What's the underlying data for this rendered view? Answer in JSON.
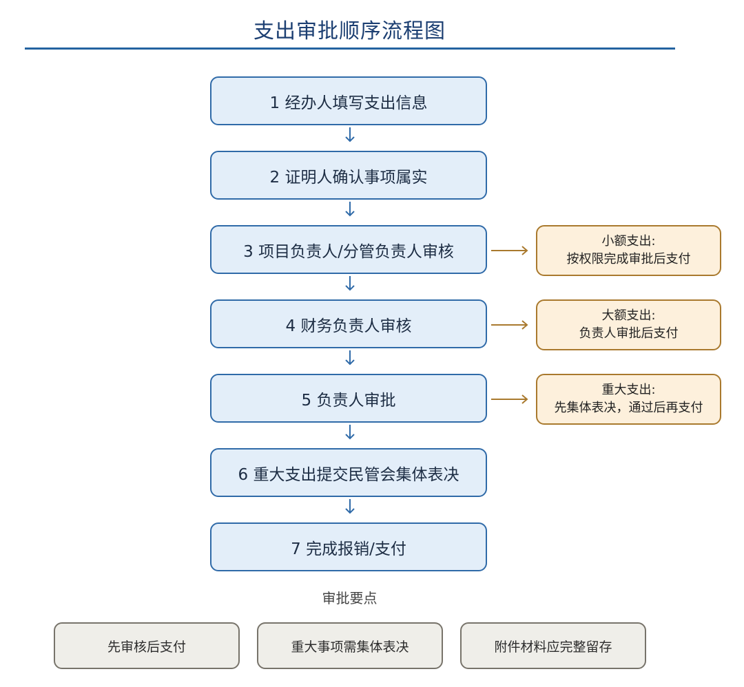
{
  "title": "支出审批顺序流程图",
  "steps": [
    {
      "label": "1 经办人填写支出信息"
    },
    {
      "label": "2 证明人确认事项属实"
    },
    {
      "label": "3 项目负责人/分管负责人审核"
    },
    {
      "label": "4 财务负责人审核"
    },
    {
      "label": "5 负责人审批"
    },
    {
      "label": "6 重大支出提交民管会集体表决"
    },
    {
      "label": "7 完成报销/支付"
    }
  ],
  "notes": [
    {
      "head": "小额支出:",
      "body": "按权限完成审批后支付"
    },
    {
      "head": "大额支出:",
      "body": "负责人审批后支付"
    },
    {
      "head": "重大支出:",
      "body": "先集体表决，通过后再支付"
    }
  ],
  "key_points": {
    "label": "审批要点",
    "items": [
      "先审核后支付",
      "重大事项需集体表决",
      "附件材料应完整留存"
    ]
  },
  "colors": {
    "step_fill": "#e3eef9",
    "step_border": "#2f6aa8",
    "note_fill": "#fdf0dc",
    "note_border": "#a9792d",
    "point_fill": "#efeee9",
    "point_border": "#77736a",
    "title_rule": "#2463a0"
  }
}
